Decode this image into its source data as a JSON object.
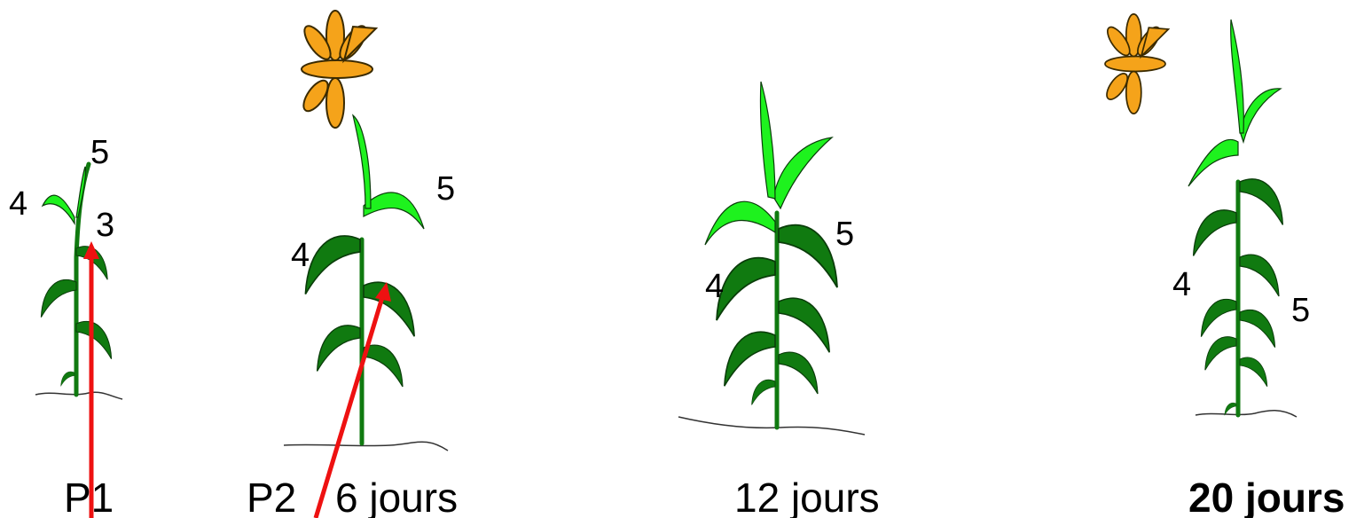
{
  "colors": {
    "dark_leaf": "#107a10",
    "light_leaf": "#1ef21e",
    "flower": "#f5a31a",
    "arrow": "#ee1111",
    "highlight_text": "#ee1111"
  },
  "plants": [
    {
      "caption": "P1",
      "leaf_labels": {
        "top": "5",
        "left": "4",
        "right": "3"
      }
    },
    {
      "caption": "P2",
      "caption_extra": "6 jours",
      "leaf_labels": {
        "left": "4",
        "right": "5"
      }
    },
    {
      "caption": "12 jours",
      "leaf_labels": {
        "left": "4",
        "right": "5"
      }
    },
    {
      "caption": "20 jours",
      "leaf_labels": {
        "left": "4",
        "right": "5"
      }
    }
  ]
}
